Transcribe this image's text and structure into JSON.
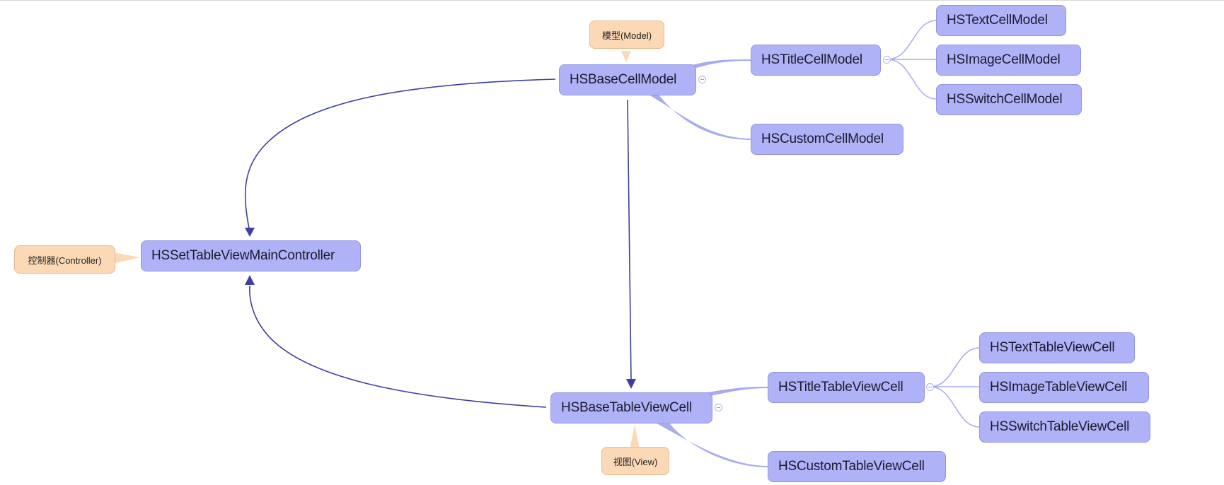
{
  "nodes": {
    "controller": "HSSetTableViewMainController",
    "base_cell_model": "HSBaseCellModel",
    "title_cell_model": "HSTitleCellModel",
    "custom_cell_model": "HSCustomCellModel",
    "text_cell_model": "HSTextCellModel",
    "image_cell_model": "HSImageCellModel",
    "switch_cell_model": "HSSwitchCellModel",
    "base_table_view_cell": "HSBaseTableViewCell",
    "title_table_view_cell": "HSTitleTableViewCell",
    "custom_table_view_cell": "HSCustomTableViewCell",
    "text_table_view_cell": "HSTextTableViewCell",
    "image_table_view_cell": "HSImageTableViewCell",
    "switch_table_view_cell": "HSSwitchTableViewCell"
  },
  "callouts": {
    "model": "模型(Model)",
    "view": "视图(View)",
    "controller": "控制器(Controller)"
  },
  "colors": {
    "node_fill": "#b0b2f7",
    "node_border": "#9395e2",
    "callout_fill": "#fcd9b6",
    "branch_line": "#a9abf0",
    "arrow": "#3e3fa0"
  }
}
